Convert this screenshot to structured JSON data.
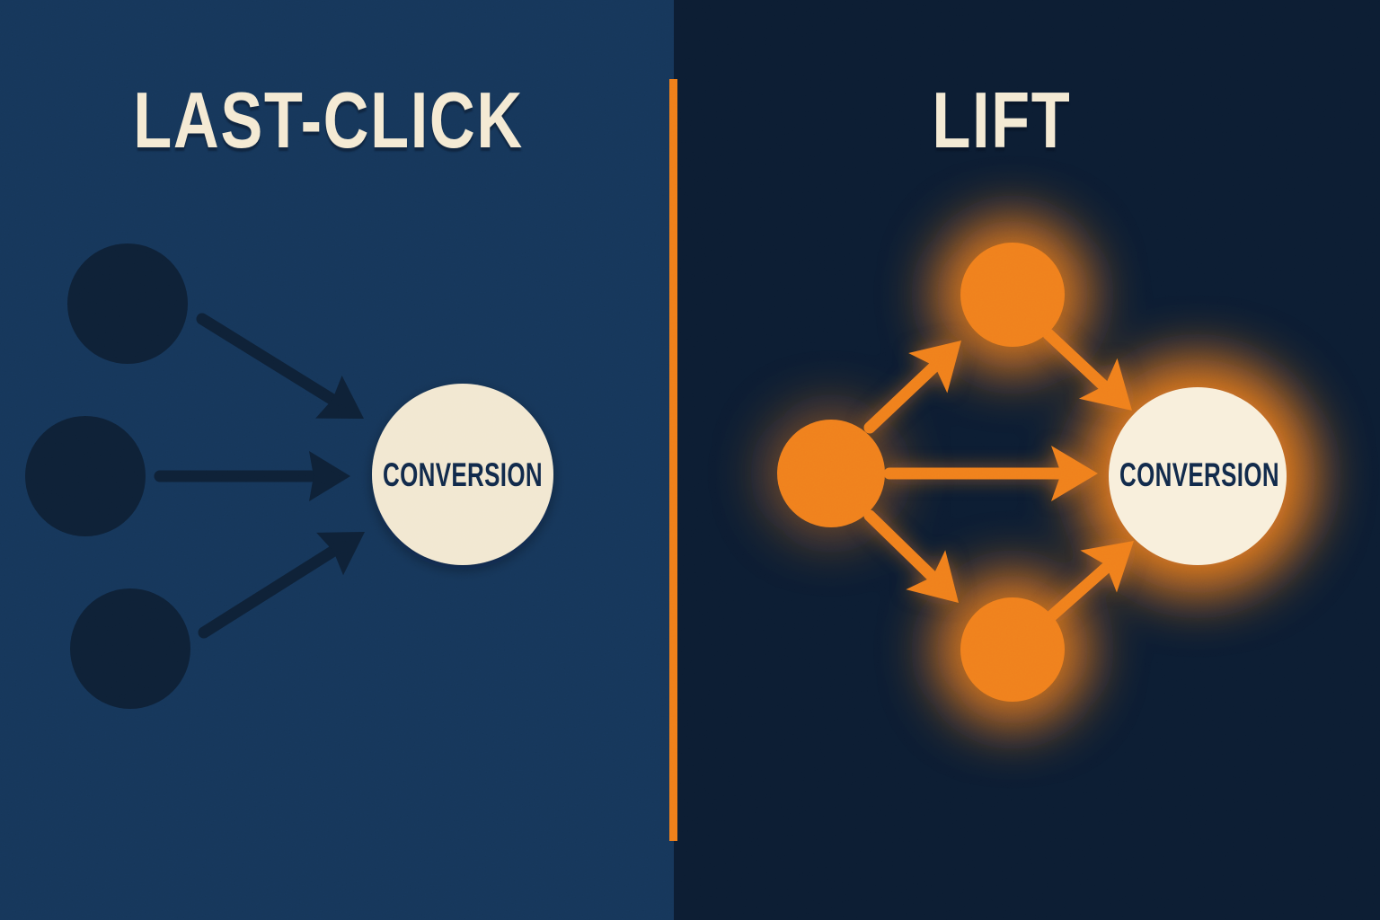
{
  "illustration": {
    "left_panel": {
      "title": "LAST-CLICK",
      "conversion_label": "CONVERSION",
      "node_count": 3,
      "description": "three dark touchpoint nodes with dark arrows pointing into a cream conversion circle"
    },
    "right_panel": {
      "title": "LIFT",
      "conversion_label": "CONVERSION",
      "node_count": 3,
      "description": "orange glowing touchpoint nodes connected by orange arrows through intermediate nodes into a glowing cream conversion circle"
    }
  },
  "colors": {
    "left_bg": "#16375b",
    "right_bg": "#0c1d33",
    "left_shape": "#0e2137",
    "cream": "#f2e8d2",
    "cream_bright": "#f8efdc",
    "orange": "#f0811d",
    "divider": "#ef7f1a",
    "label_text": "#112a4b",
    "title_text": "#f4ead4"
  }
}
